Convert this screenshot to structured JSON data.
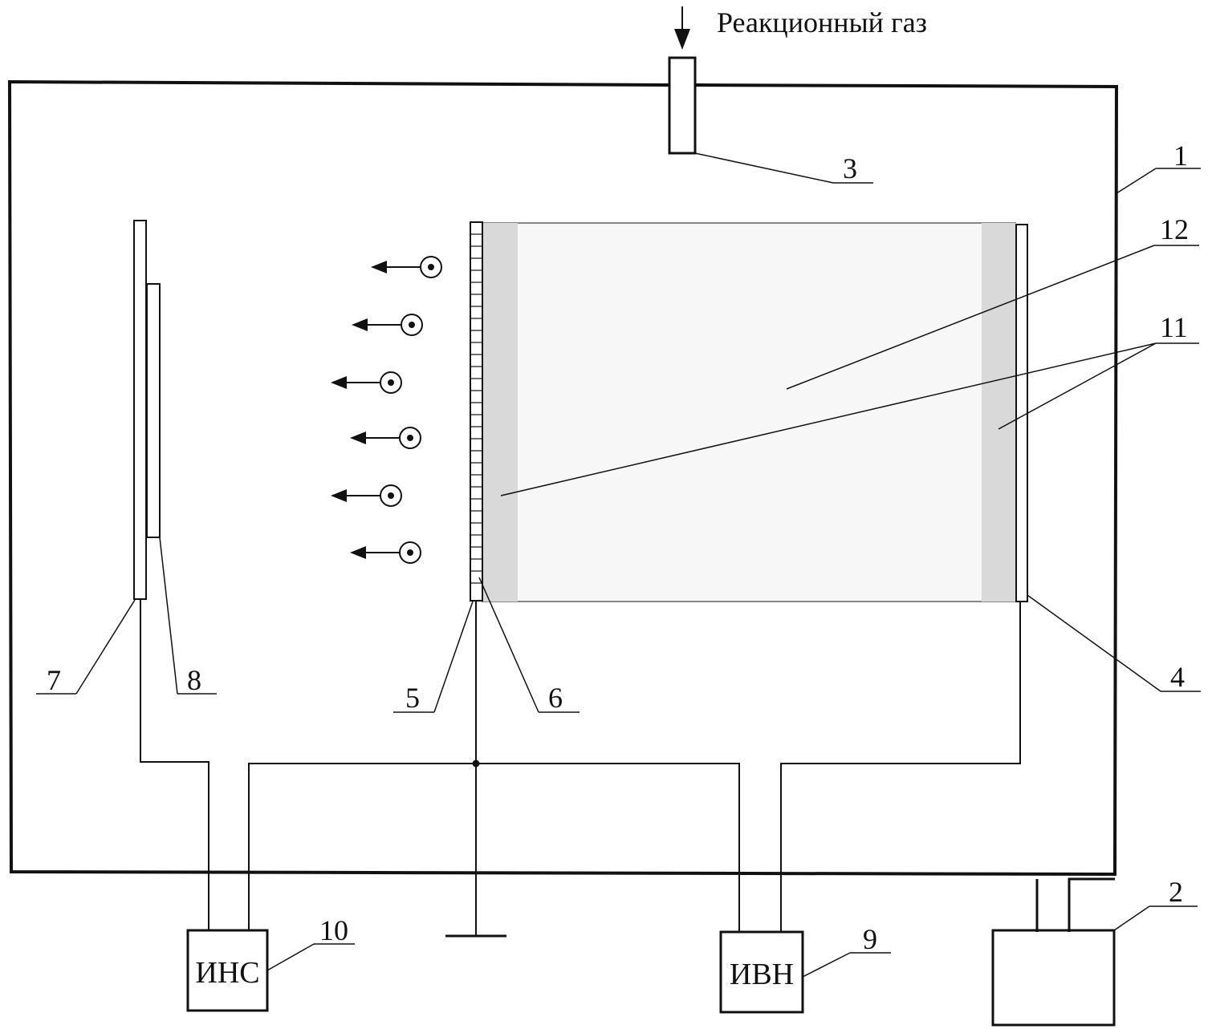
{
  "gas_label": "Реакционный газ",
  "devices": {
    "ins": "ИНС",
    "ivn": "ИВН"
  },
  "callouts": {
    "n1": "1",
    "n2": "2",
    "n3": "3",
    "n4": "4",
    "n5": "5",
    "n6": "6",
    "n7": "7",
    "n8": "8",
    "n9": "9",
    "n10": "10",
    "n11": "11",
    "n12": "12"
  },
  "colors": {
    "line": "#111111",
    "layer_fill": "#d9d9d9",
    "volume_fill": "#f7f7f7"
  }
}
